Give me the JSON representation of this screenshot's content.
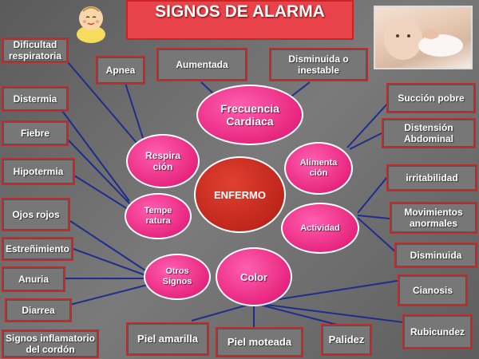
{
  "title": "SIGNOS DE ALARMA",
  "center": "ENFERMO",
  "nodes": {
    "frecuencia": "Frecuencia Cardiaca",
    "respiracion": "Respira ción",
    "temperatura": "Tempe ratura",
    "otros": "Otros Signos",
    "color": "Color",
    "alimentacion": "Alimenta ción",
    "actividad": "Actividad"
  },
  "boxes": {
    "dificultad": "Dificultad respiratoria",
    "apnea": "Apnea",
    "aumentada": "Aumentada",
    "disminuida_inestable": "Disminuida o inestable",
    "distermia": "Distermia",
    "fiebre": "Fiebre",
    "hipotermia": "Hipotermia",
    "ojos": "Ojos rojos",
    "estrenimiento": "Estreñimiento",
    "anuria": "Anuria",
    "diarrea": "Diarrea",
    "inflamatorio": "Signos inflamatorio del cordón",
    "succion": "Succión pobre",
    "distension": "Distensión Abdominal",
    "irritabilidad": "irritabilidad",
    "movimientos": "Movimientos anormales",
    "disminuida": "Disminuida",
    "cianosis": "Cianosis",
    "rubicundez": "Rubicundez",
    "piel_amarilla": "Piel amarilla",
    "piel_moteada": "Piel moteada",
    "palidez": "Palidez"
  }
}
